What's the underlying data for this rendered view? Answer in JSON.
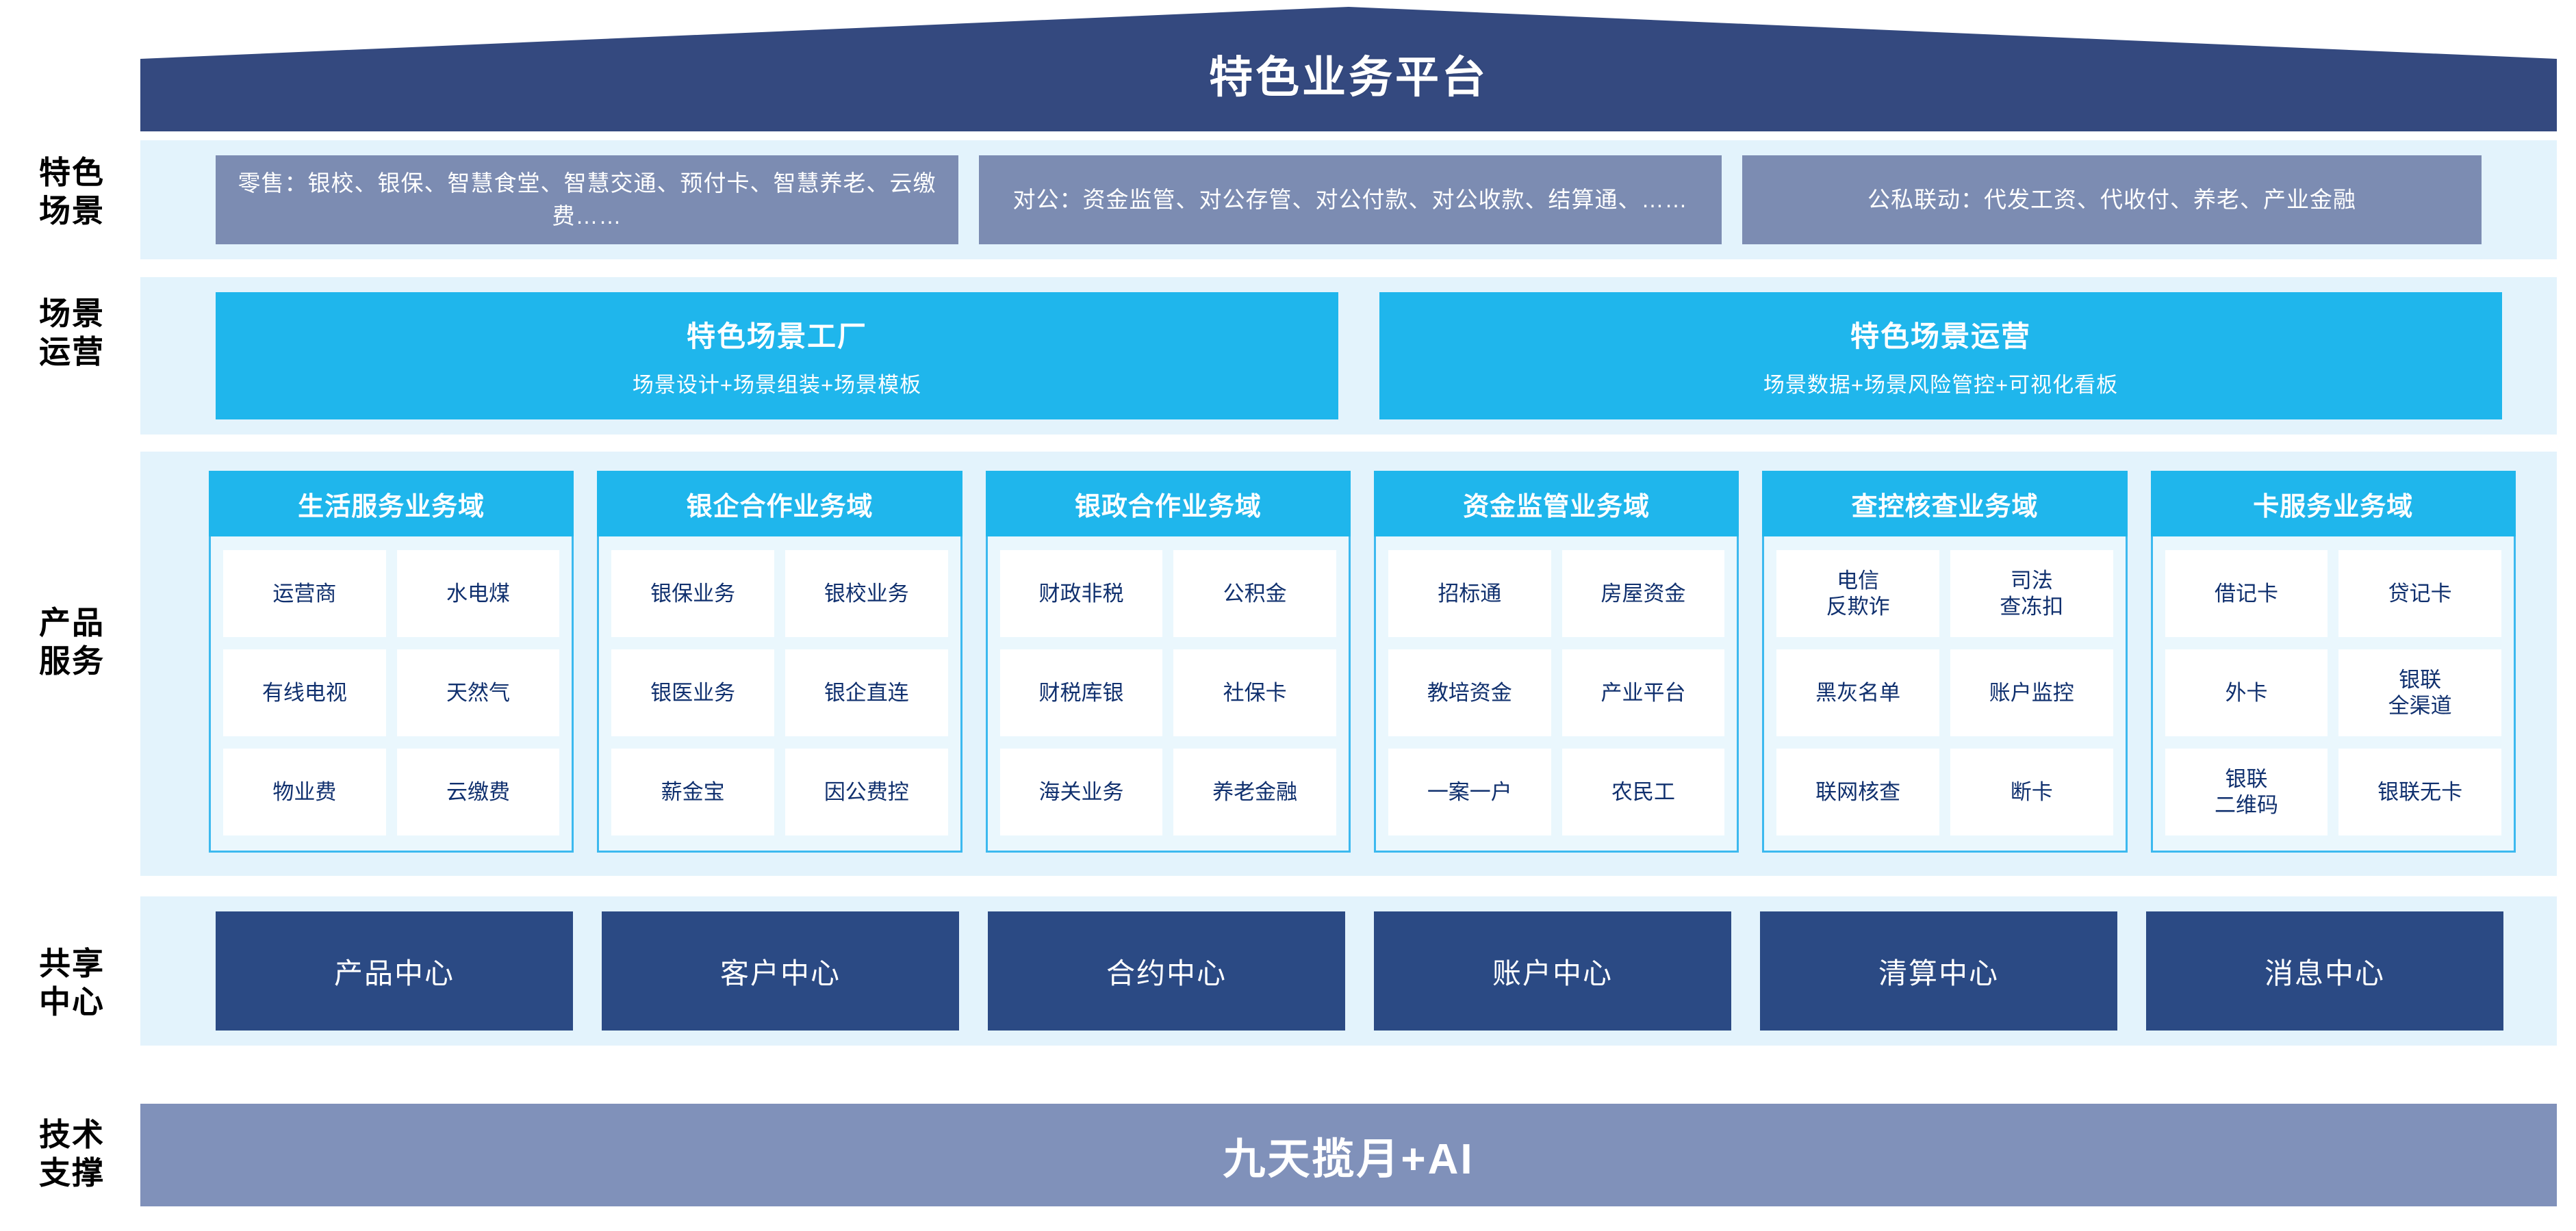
{
  "header": {
    "title": "特色业务平台",
    "banner_color": "#34497f"
  },
  "rail": {
    "labels": [
      "特色\n场景",
      "场景\n运营",
      "产品\n服务",
      "共享\n中心",
      "技术\n支撑"
    ]
  },
  "scenarios": {
    "boxes": [
      {
        "name": "retail",
        "text": "零售：银校、银保、智慧食堂、智慧交通、预付卡、智慧养老、云缴费……"
      },
      {
        "name": "corporate",
        "text": "对公：资金监管、对公存管、对公付款、对公收款、结算通、……"
      },
      {
        "name": "public-private",
        "text": "公私联动：代发工资、代收付、养老、产业金融"
      }
    ],
    "box_color": "#7c8cb2"
  },
  "operations": {
    "boxes": [
      {
        "title": "特色场景工厂",
        "subtitle": "场景设计+场景组装+场景模板"
      },
      {
        "title": "特色场景运营",
        "subtitle": "场景数据+场景风险管控+可视化看板"
      }
    ],
    "accent_color": "#1fb6ec"
  },
  "products": {
    "columns": [
      {
        "title": "生活服务业务域",
        "cells": [
          "运营商",
          "水电煤",
          "有线电视",
          "天然气",
          "物业费",
          "云缴费"
        ]
      },
      {
        "title": "银企合作业务域",
        "cells": [
          "银保业务",
          "银校业务",
          "银医业务",
          "银企直连",
          "薪金宝",
          "因公费控"
        ]
      },
      {
        "title": "银政合作业务域",
        "cells": [
          "财政非税",
          "公积金",
          "财税库银",
          "社保卡",
          "海关业务",
          "养老金融"
        ]
      },
      {
        "title": "资金监管业务域",
        "cells": [
          "招标通",
          "房屋资金",
          "教培资金",
          "产业平台",
          "一案一户",
          "农民工"
        ]
      },
      {
        "title": "查控核查业务域",
        "cells": [
          "电信\n反欺诈",
          "司法\n查冻扣",
          "黑灰名单",
          "账户监控",
          "联网核查",
          "断卡"
        ]
      },
      {
        "title": "卡服务业务域",
        "cells": [
          "借记卡",
          "贷记卡",
          "外卡",
          "银联\n全渠道",
          "银联\n二维码",
          "银联无卡"
        ]
      }
    ],
    "header_color": "#1fb6ec",
    "cell_text_color": "#10306e"
  },
  "shared_centers": {
    "items": [
      "产品中心",
      "客户中心",
      "合约中心",
      "账户中心",
      "清算中心",
      "消息中心"
    ],
    "color": "#2b4a84"
  },
  "tech_support": {
    "text": "九天揽月+AI",
    "color": "#8091ba"
  }
}
